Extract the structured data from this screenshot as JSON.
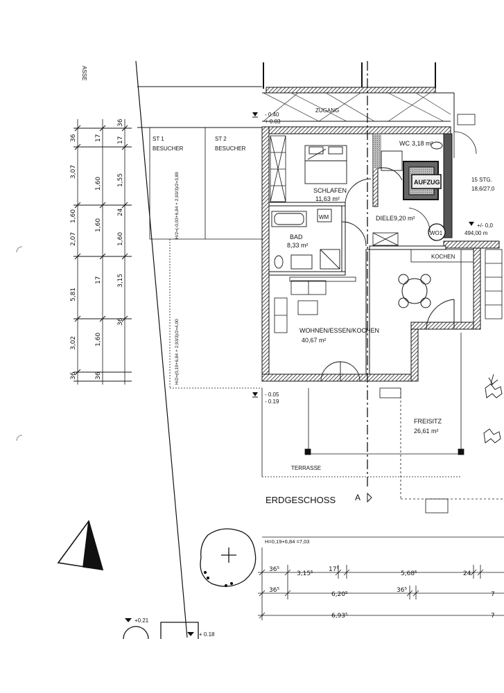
{
  "street_fragment": "ASSE",
  "levels": {
    "top_minus": "- 0.40",
    "top_plus": "+ 0.03",
    "mid_minus": "- 0.05",
    "mid_plus": "- 0.19",
    "bottom_left": "+0.21",
    "bottom_right": "+ 0.18",
    "elevator_level": "+/- 0,0",
    "elevator_elev": "494,00 m"
  },
  "labels": {
    "zugang": "ZUGANG",
    "st1_line1": "ST 1",
    "st1_line2": "BESUCHER",
    "st2_line1": "ST 2",
    "st2_line2": "BESUCHER",
    "terrasse": "TERRASSE",
    "erdgeschoss": "ERDGESCHOSS",
    "section_marker": "A",
    "wm": "WM",
    "aufzug": "AUFZUG",
    "wo1": "WO1",
    "kochen": "KOCHEN",
    "stairs_line1": "15 STG.",
    "stairs_line2": "18,6/27,0",
    "formula_h1": "H/2=(-0,03+6,84 + 2,93/3)/2=3,89",
    "formula_h2": "H/2=(0,19+6,84 + 2,93/3)/2=4,00",
    "formula_h": "H=0,19+6,84 =7,03"
  },
  "rooms": [
    {
      "name": "SCHLAFEN",
      "area": "11,63 m²"
    },
    {
      "name": "BAD",
      "area": "8,33 m²"
    },
    {
      "name": "WC",
      "area": "3,18 m²"
    },
    {
      "name": "DIELE",
      "area": "9,20 m²"
    },
    {
      "name": "WOHNEN/ESSEN/KOCHEN",
      "area": "40,67 m²"
    },
    {
      "name": "FREISITZ",
      "area": "26,61 m²"
    }
  ],
  "dims_left": {
    "col1": [
      "36",
      "3,07",
      "1,60",
      "2,07",
      "5,81",
      "3,02",
      "36"
    ],
    "col2": [
      "17",
      "1,60",
      "1,60",
      "17",
      "1,60",
      "36"
    ],
    "col3": [
      "36",
      "17",
      "1,55",
      "24",
      "1,60",
      "3,15",
      "36"
    ]
  },
  "dims_bottom": {
    "row1": [
      "36⁵",
      "3,15⁵",
      "17⁵",
      "5,68⁵",
      "24"
    ],
    "row2": [
      "36⁵",
      "6,20⁵",
      "36⁵",
      "7"
    ],
    "row3": [
      "6,93⁵",
      "7"
    ]
  }
}
